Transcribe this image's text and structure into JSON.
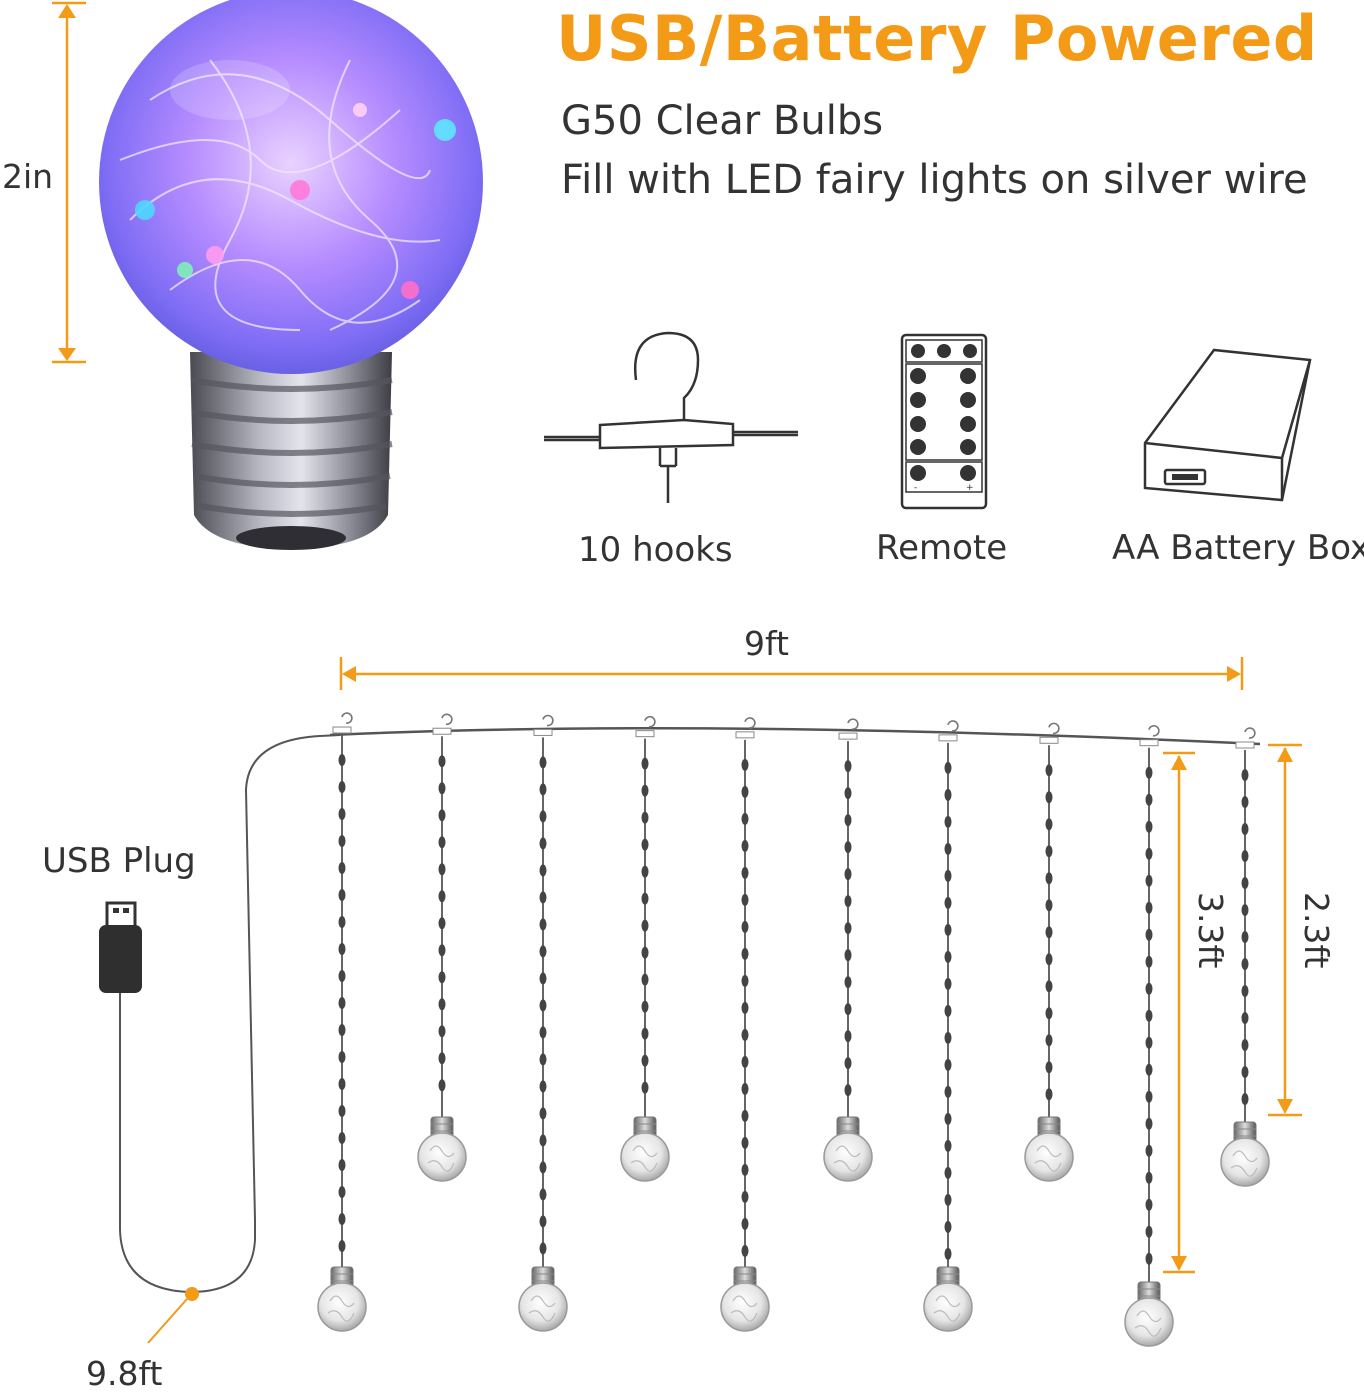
{
  "headline": "USB/Battery Powered",
  "features": [
    "G50 Clear Bulbs",
    "Fill with LED fairy lights on silver wire"
  ],
  "accessories": [
    {
      "label": "10 hooks",
      "icon": "hook-icon"
    },
    {
      "label": "Remote",
      "icon": "remote-icon"
    },
    {
      "label": "AA Battery Box",
      "icon": "battery-box-icon"
    }
  ],
  "dimensions": {
    "bulb_height": "2in",
    "curtain_width": "9ft",
    "long_strand": "3.3ft",
    "short_strand": "2.3ft",
    "lead_wire": "9.8ft"
  },
  "usb_plug_label": "USB Plug",
  "colors": {
    "accent": "#f39a17",
    "text": "#333333",
    "wire": "#555555"
  }
}
